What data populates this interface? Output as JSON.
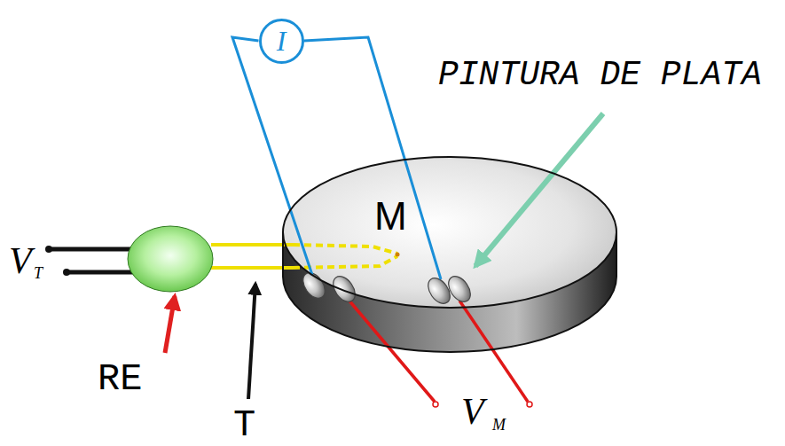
{
  "diagram": {
    "nodes": [
      {
        "text": [
          "I"
        ]
      },
      {
        "text": [
          "M"
        ]
      }
    ],
    "edges": [
      {
        "from": 0,
        "to": 1,
        "arrow": "none"
      },
      {
        "from": 0,
        "to": 1,
        "arrow": "none"
      }
    ],
    "labels": [
      "PINTURA DE PLATA",
      "V",
      "T",
      "RE",
      "T",
      "V",
      "M"
    ]
  }
}
